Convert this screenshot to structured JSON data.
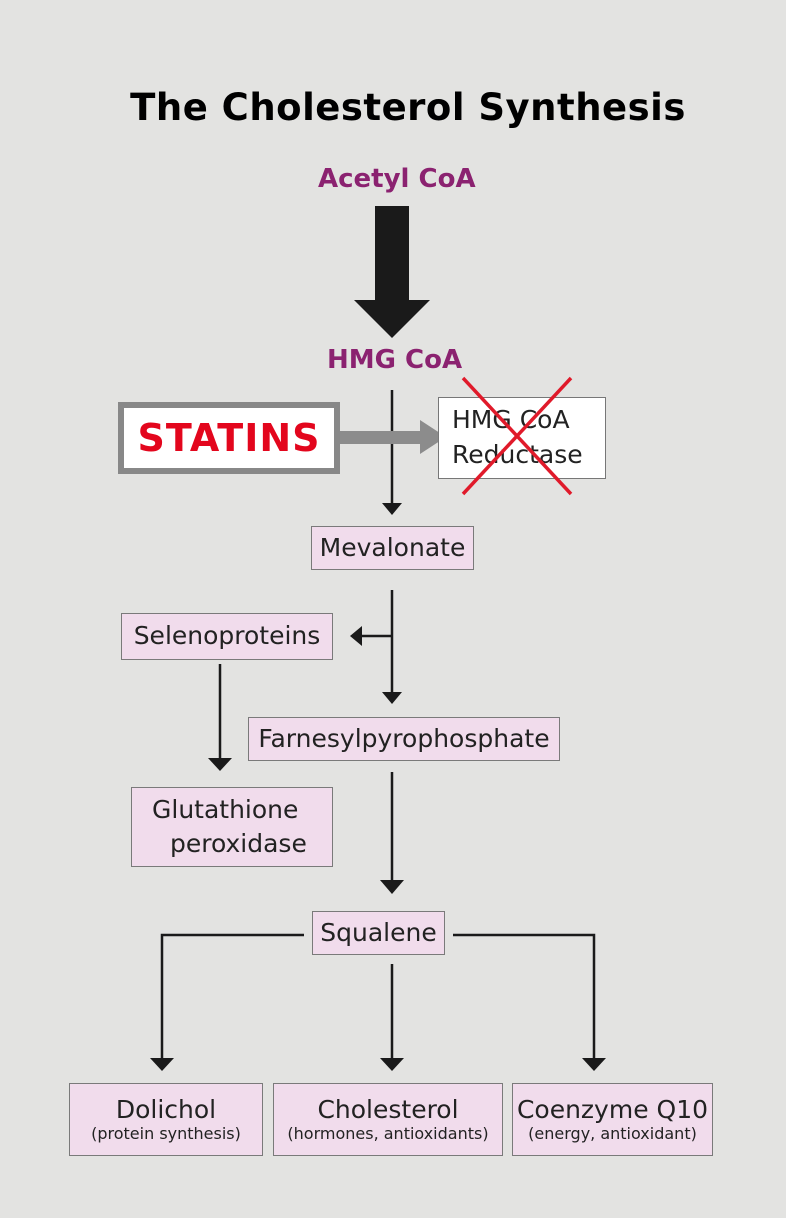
{
  "title": "The Cholesterol Synthesis",
  "nodes": {
    "acetyl_coa": "Acetyl CoA",
    "hmg_coa": "HMG CoA",
    "statins": "STATINS",
    "hmg_coa_reductase": {
      "line1": "HMG CoA",
      "line2": "Reductase"
    },
    "mevalonate": "Mevalonate",
    "selenoproteins": "Selenoproteins",
    "farnesylpyrophosphate": "Farnesylpyrophosphate",
    "glutathione_peroxidase": {
      "line1": "Glutathione",
      "line2": "peroxidase"
    },
    "squalene": "Squalene",
    "dolichol": {
      "name": "Dolichol",
      "note": "(protein synthesis)"
    },
    "cholesterol": {
      "name": "Cholesterol",
      "note": "(hormones, antioxidants)"
    },
    "coenzyme_q10": {
      "name": "Coenzyme Q10",
      "note": "(energy, antioxidant)"
    }
  },
  "colors": {
    "background": "#e3e3e1",
    "purple_label": "#8b2270",
    "box_fill": "#f1dcec",
    "statins_red": "#e3061d",
    "cross_red": "#e01a2a",
    "arrow_dark": "#1a1a1a",
    "arrow_gray": "#8c8c8c"
  },
  "icons": {
    "big_arrow": "thick-down-arrow",
    "inhibit_arrow": "gray-right-arrow",
    "cross": "red-x-cross"
  }
}
